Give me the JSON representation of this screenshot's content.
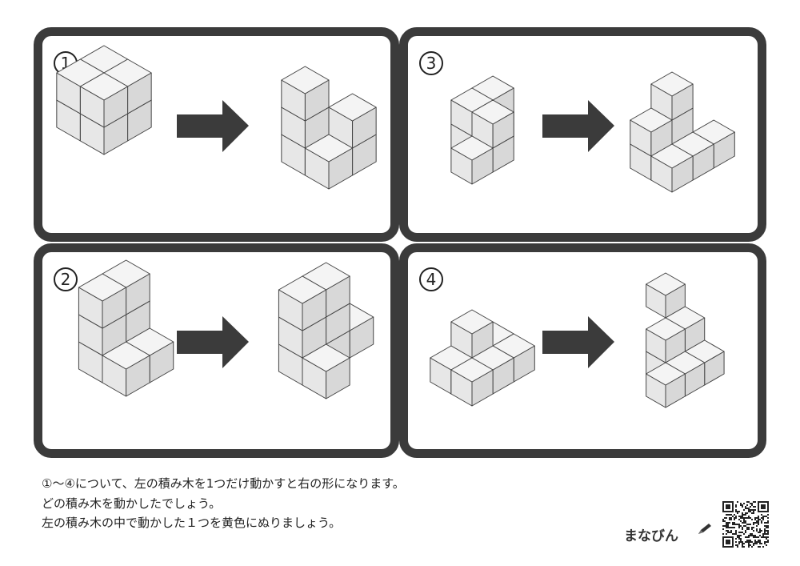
{
  "puzzles": [
    {
      "number": "1"
    },
    {
      "number": "2"
    },
    {
      "number": "3"
    },
    {
      "number": "4"
    }
  ],
  "instructions": {
    "line1": "①〜④について、左の積み木を1つだけ動かすと右の形になります。",
    "line2": "どの積み木を動かしたでしょう。",
    "line3": "左の積み木の中で動かした１つを黄色にぬりましょう。"
  },
  "logo": {
    "text": "まなびん",
    "icon": "pencil-icon"
  },
  "qr_icon": "qr-code-icon",
  "colors": {
    "frame": "#3b3b3b",
    "cube_top": "#f4f4f4",
    "cube_left": "#e7e7e7",
    "cube_right": "#d8d8d8",
    "arrow": "#3b3b3b"
  }
}
